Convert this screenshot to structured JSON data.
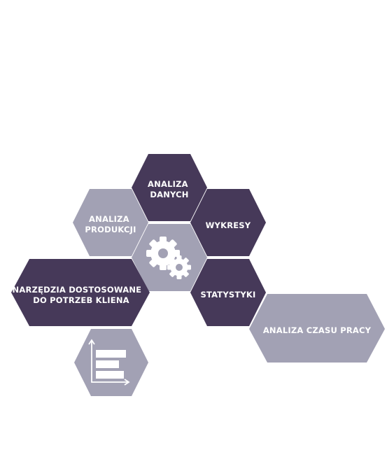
{
  "colors": {
    "dark": "#463959",
    "light": "#a2a1b4",
    "icon": "#ffffff"
  },
  "hexes": {
    "analiza_danych": {
      "lines": [
        "ANALIZA",
        "DANYCH"
      ],
      "color": "dark"
    },
    "analiza_produkcji": {
      "lines": [
        "ANALIZA",
        "PRODUKCJI"
      ],
      "color": "light"
    },
    "wykresy": {
      "lines": [
        "WYKRESY"
      ],
      "color": "dark"
    },
    "center": {
      "icon": "gears-icon",
      "color": "light"
    },
    "narzedzia": {
      "lines": [
        "NARZĘDZIA DOSTOSOWANE",
        "DO POTRZEB KLIENA"
      ],
      "color": "dark"
    },
    "statystyki": {
      "lines": [
        "STATYSTYKI"
      ],
      "color": "dark"
    },
    "analiza_czasu_pracy": {
      "lines": [
        "ANALIZA CZASU PRACY"
      ],
      "color": "light"
    },
    "chart_icon_hex": {
      "icon": "bar-chart-icon",
      "color": "light"
    }
  }
}
